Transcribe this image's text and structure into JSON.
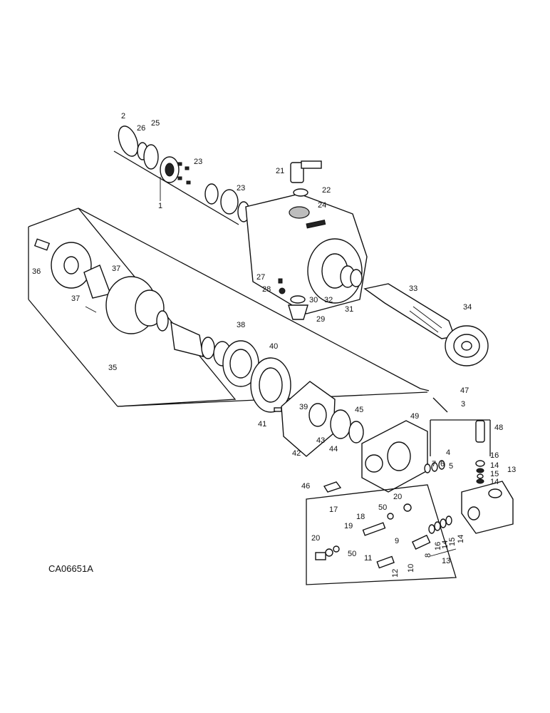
{
  "diagram_code": "CA06651A",
  "callouts": [
    {
      "id": "c2",
      "text": "2"
    },
    {
      "id": "c26",
      "text": "26"
    },
    {
      "id": "c25",
      "text": "25"
    },
    {
      "id": "c23a",
      "text": "23"
    },
    {
      "id": "c23b",
      "text": "23"
    },
    {
      "id": "c1",
      "text": "1"
    },
    {
      "id": "c21",
      "text": "21"
    },
    {
      "id": "c22",
      "text": "22"
    },
    {
      "id": "c24",
      "text": "24"
    },
    {
      "id": "c36",
      "text": "36"
    },
    {
      "id": "c37a",
      "text": "37"
    },
    {
      "id": "c37b",
      "text": "37"
    },
    {
      "id": "c27",
      "text": "27"
    },
    {
      "id": "c28",
      "text": "28"
    },
    {
      "id": "c30",
      "text": "30"
    },
    {
      "id": "c32",
      "text": "32"
    },
    {
      "id": "c31",
      "text": "31"
    },
    {
      "id": "c29",
      "text": "29"
    },
    {
      "id": "c33",
      "text": "33"
    },
    {
      "id": "c34",
      "text": "34"
    },
    {
      "id": "c35",
      "text": "35"
    },
    {
      "id": "c38",
      "text": "38"
    },
    {
      "id": "c40",
      "text": "40"
    },
    {
      "id": "c47",
      "text": "47"
    },
    {
      "id": "c3",
      "text": "3"
    },
    {
      "id": "c39",
      "text": "39"
    },
    {
      "id": "c45",
      "text": "45"
    },
    {
      "id": "c49",
      "text": "49"
    },
    {
      "id": "c41",
      "text": "41"
    },
    {
      "id": "c43",
      "text": "43"
    },
    {
      "id": "c44",
      "text": "44"
    },
    {
      "id": "c42",
      "text": "42"
    },
    {
      "id": "c48",
      "text": "48"
    },
    {
      "id": "c4",
      "text": "4"
    },
    {
      "id": "c7",
      "text": "7"
    },
    {
      "id": "c6",
      "text": "6"
    },
    {
      "id": "c5",
      "text": "5"
    },
    {
      "id": "c16a",
      "text": "16"
    },
    {
      "id": "c14a",
      "text": "14"
    },
    {
      "id": "c15a",
      "text": "15"
    },
    {
      "id": "c14b",
      "text": "14"
    },
    {
      "id": "c13a",
      "text": "13"
    },
    {
      "id": "c46",
      "text": "46"
    },
    {
      "id": "c17",
      "text": "17"
    },
    {
      "id": "c20a",
      "text": "20"
    },
    {
      "id": "c50a",
      "text": "50"
    },
    {
      "id": "c18",
      "text": "18"
    },
    {
      "id": "c19",
      "text": "19"
    },
    {
      "id": "c20b",
      "text": "20"
    },
    {
      "id": "c50b",
      "text": "50"
    },
    {
      "id": "c9",
      "text": "9"
    },
    {
      "id": "c11",
      "text": "11"
    },
    {
      "id": "c12",
      "text": "12"
    },
    {
      "id": "c10",
      "text": "10"
    },
    {
      "id": "c8",
      "text": "8"
    },
    {
      "id": "c16b",
      "text": "16"
    },
    {
      "id": "c14c",
      "text": "14"
    },
    {
      "id": "c15b",
      "text": "15"
    },
    {
      "id": "c14d",
      "text": "14"
    },
    {
      "id": "c13b",
      "text": "13"
    }
  ]
}
